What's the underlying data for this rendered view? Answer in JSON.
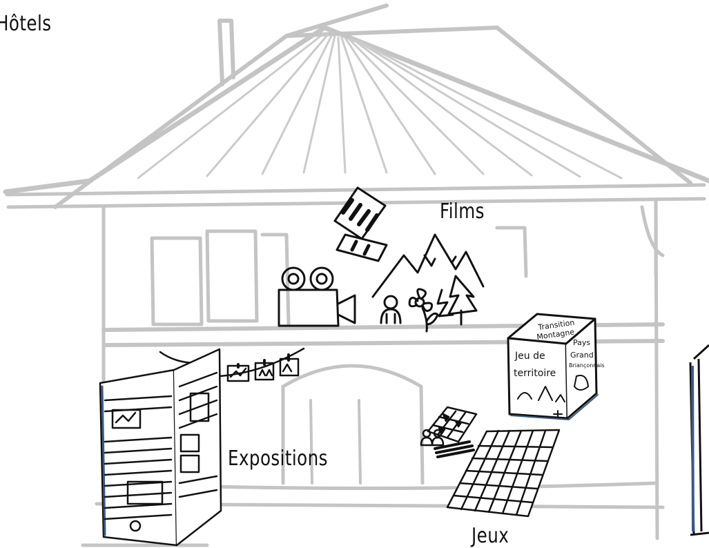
{
  "labels": {
    "hotels": "Hôtels",
    "films": "Films",
    "expositions": "Expositions",
    "jeux": "Jeux"
  },
  "game_box": {
    "top_line1": "Transition",
    "top_line2": "Montagne",
    "front_line1": "Jeu de",
    "front_line2": "territoire",
    "side_line1": "Pays",
    "side_line2": "Grand",
    "side_line3": "Briançonnais"
  },
  "colors": {
    "house_sketch": "#c2c2c2",
    "ink": "#111111",
    "shadow_accent": "#3a5a8a"
  }
}
